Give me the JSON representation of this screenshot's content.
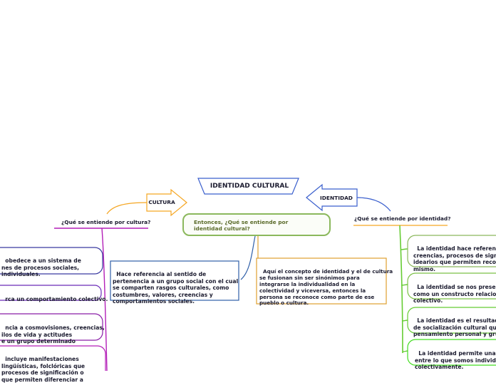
{
  "central": {
    "title": "IDENTIDAD CULTURAL"
  },
  "main_question": "Entonces, ¿Qué se entiende por identidad cultural?",
  "arrows": {
    "cultura": "CULTURA",
    "identidad": "IDENTIDAD"
  },
  "cultura_branch": {
    "question": "¿Qué se entiende por cultura?",
    "items": [
      "obedece a un sistema de\nnes de procesos sociales,\nindividuales.",
      "rca un comportamiento colectivo.",
      "ncia a cosmovisiones, creencias,\nilos de vida y actitudes\ne un grupo determinado",
      "incluye manifestaciones\nlingüísticas, folclóricas que\nprocesos de significación o\nque permiten diferenciar a"
    ]
  },
  "identity_branch": {
    "question": "¿Qué se entiende por identidad?",
    "items": [
      "La identidad hace referencia a\ncreencias, procesos de signifi\nidearios que permiten recono\nmismo.",
      "La identidad se nos presenta c\ncomo un constructo relaciona\ncolectivo.",
      "La identidad es el resultado de\nde socialización cultural que t\npensamiento personal y grupa",
      "La identidad permite una dife\nentre lo que somos individua\ncolectivamente."
    ]
  },
  "definition_cultural": "Hace referencia al sentido de\npertenencia a un grupo social con el cual\nse comparten rasgos culturales, como\ncostumbres, valores, creencias y\ncomportamientos sociales.",
  "definition_concept": "Aquí el concepto de identidad y el de cultura\nse fusionan sin ser sinónimos para\nintegrarse la individualidad en la\ncolectividad y viceversa, entonces la\npersona se reconoce como parte de ese\npueblo o cultura.",
  "colors": {
    "cultura": "#f5a623",
    "identidad": "#3a5fcd",
    "main": "#8bb85c",
    "cultura_branch": "#b31fb8",
    "identity_branch": "#66cc33",
    "def_blue": "#2f5fa8",
    "def_gold": "#e0a030"
  }
}
